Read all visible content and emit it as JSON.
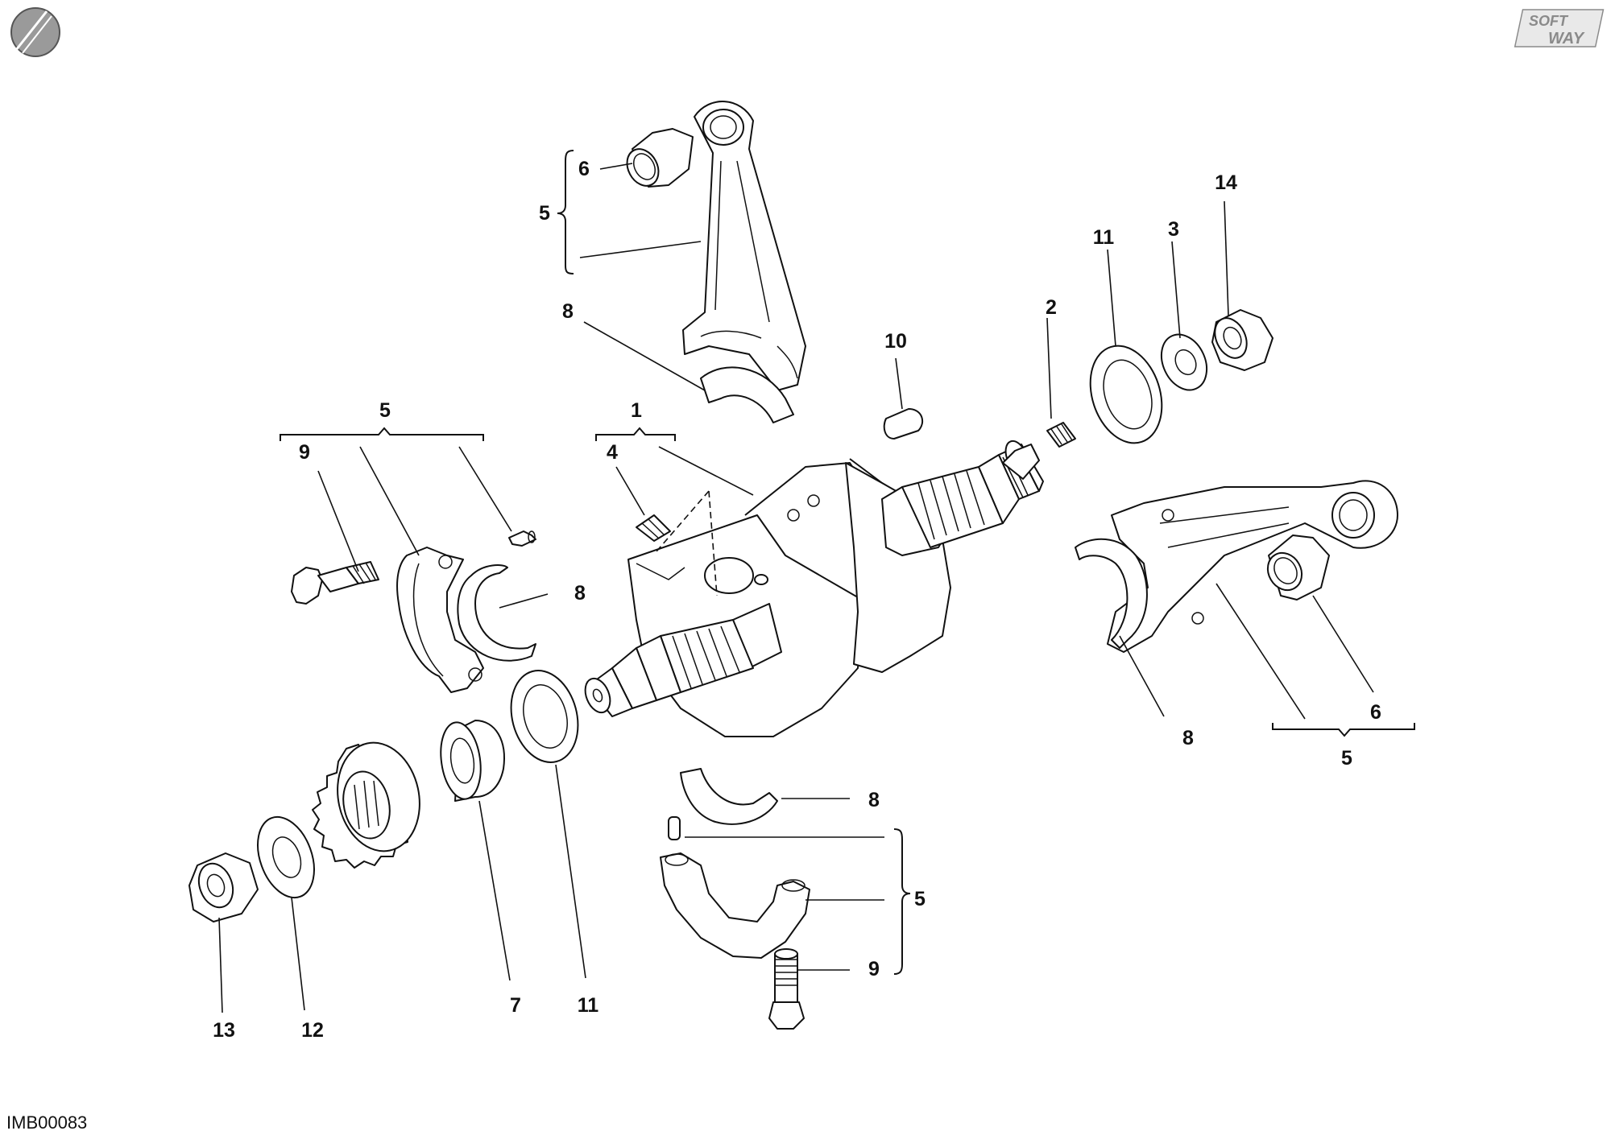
{
  "diagram": {
    "drawing_code": "IMB00083",
    "brand_logo_text": [
      "SOFT",
      "WAY"
    ],
    "colors": {
      "ink": "#111111",
      "paper": "#ffffff",
      "logo_gray": "#8a8a8a"
    },
    "callouts": {
      "c1": "1",
      "c2": "2",
      "c3": "3",
      "c4": "4",
      "c5_top_rod": "5",
      "c5_left_cap": "5",
      "c5_right_rod": "5",
      "c5_bottom_cap": "5",
      "c6_top_rod": "6",
      "c6_right_rod": "6",
      "c7": "7",
      "c8_top_rod": "8",
      "c8_left_cap": "8",
      "c8_right_rod": "8",
      "c8_bottom": "8",
      "c9_left": "9",
      "c9_bottom": "9",
      "c10": "10",
      "c11_right": "11",
      "c11_left": "11",
      "c12": "12",
      "c13": "13",
      "c14": "14"
    }
  }
}
